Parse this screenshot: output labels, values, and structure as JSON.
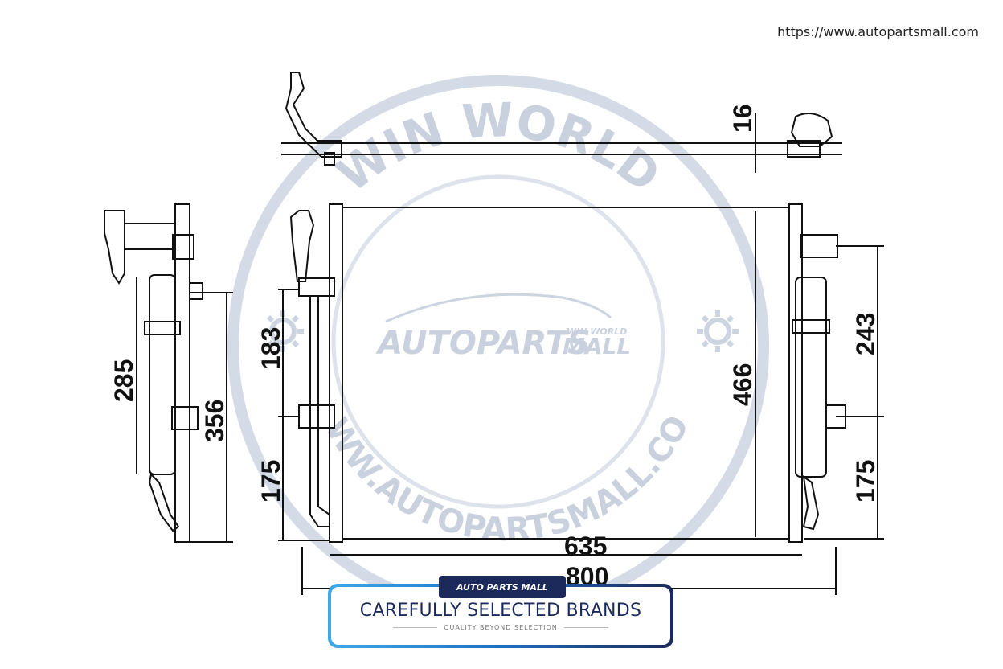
{
  "url": "https://www.autopartsmall.com",
  "watermark": {
    "arc_top": "WIN WORLD",
    "arc_bottom": "WWW.AUTOPARTSMALL.COM",
    "logo_main": "AUTOPARTS",
    "logo_suffix": "MALL",
    "logo_small": "WIN WORLD",
    "color": "#c9d0de"
  },
  "dimensions": {
    "top_thickness": "16",
    "left_view_285": "285",
    "left_view_356": "356",
    "front_183": "183",
    "front_175_left": "175",
    "height_466": "466",
    "right_243": "243",
    "right_175": "175",
    "width_635": "635",
    "width_800": "800"
  },
  "banner": {
    "badge": "AUTO PARTS MALL",
    "title": "CAREFULLY SELECTED BRANDS",
    "subtitle": "QUALITY BEYOND SELECTION",
    "accent": "#1b2a5a"
  }
}
